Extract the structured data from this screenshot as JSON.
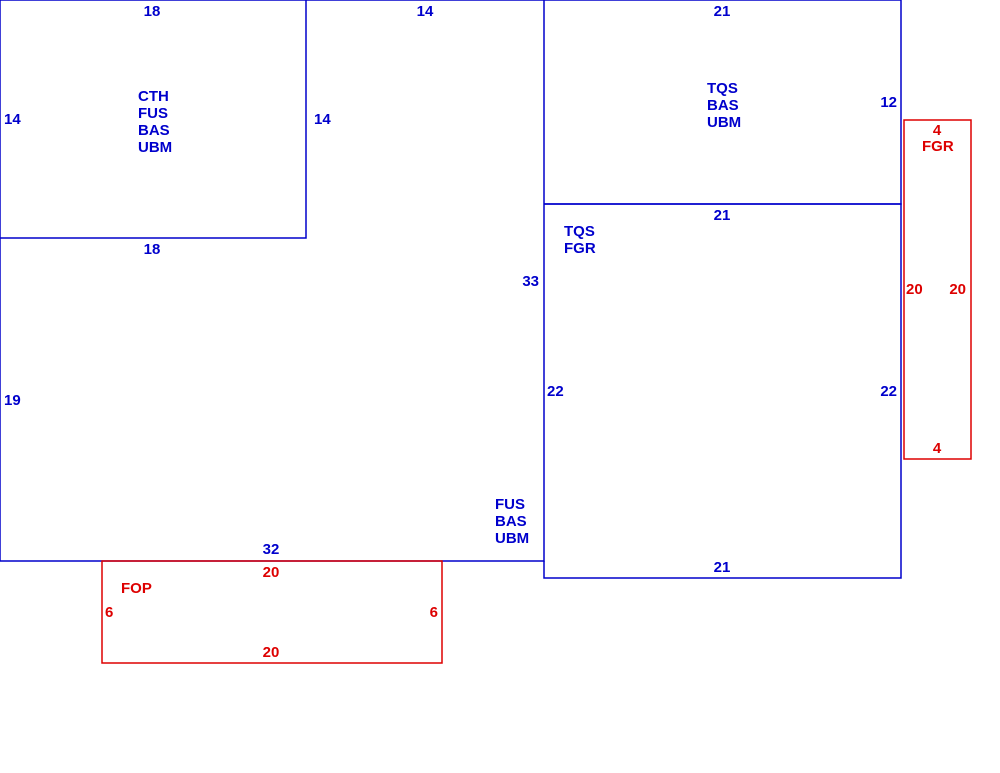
{
  "colors": {
    "structure": "#0000cc",
    "addition": "#dd0000",
    "background": "#ffffff"
  },
  "areas": [
    {
      "id": "upper-left-room",
      "kind": "structure",
      "labels": [
        "CTH",
        "FUS",
        "BAS",
        "UBM"
      ],
      "dims": [
        "18",
        "14",
        "18",
        "14"
      ]
    },
    {
      "id": "main-l-shape",
      "kind": "structure",
      "labels": [
        "FUS",
        "BAS",
        "UBM"
      ],
      "dims": [
        "14",
        "33",
        "32",
        "19"
      ]
    },
    {
      "id": "upper-right-room",
      "kind": "structure",
      "labels": [
        "TQS",
        "BAS",
        "UBM"
      ],
      "dims": [
        "21",
        "12"
      ]
    },
    {
      "id": "right-lower-room",
      "kind": "structure",
      "labels": [
        "TQS",
        "FGR"
      ],
      "dims": [
        "21",
        "22",
        "21",
        "22"
      ]
    },
    {
      "id": "right-side-addition",
      "kind": "addition",
      "labels": [
        "FGR"
      ],
      "dims": [
        "4",
        "20",
        "4",
        "20"
      ]
    },
    {
      "id": "bottom-addition",
      "kind": "addition",
      "labels": [
        "FOP"
      ],
      "dims": [
        "20",
        "6",
        "20",
        "6"
      ]
    }
  ]
}
